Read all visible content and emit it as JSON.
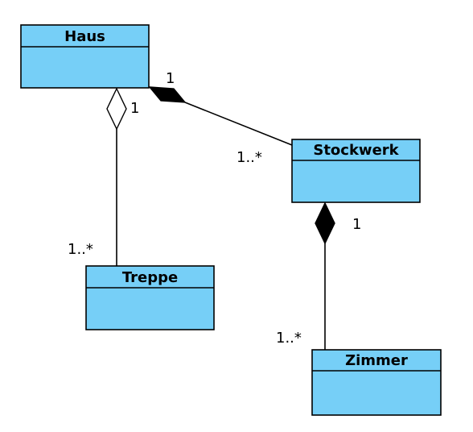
{
  "colors": {
    "class_fill": "#76cff7",
    "stroke": "#000000",
    "background": "#ffffff"
  },
  "classes": {
    "haus": {
      "name": "Haus"
    },
    "stockwerk": {
      "name": "Stockwerk"
    },
    "treppe": {
      "name": "Treppe"
    },
    "zimmer": {
      "name": "Zimmer"
    }
  },
  "associations": {
    "haus_stockwerk": {
      "kind": "composition",
      "whole_multiplicity": "1",
      "part_multiplicity": "1..*"
    },
    "haus_treppe": {
      "kind": "aggregation",
      "whole_multiplicity": "1",
      "part_multiplicity": "1..*"
    },
    "stockwerk_zimmer": {
      "kind": "composition",
      "whole_multiplicity": "1",
      "part_multiplicity": "1..*"
    }
  }
}
